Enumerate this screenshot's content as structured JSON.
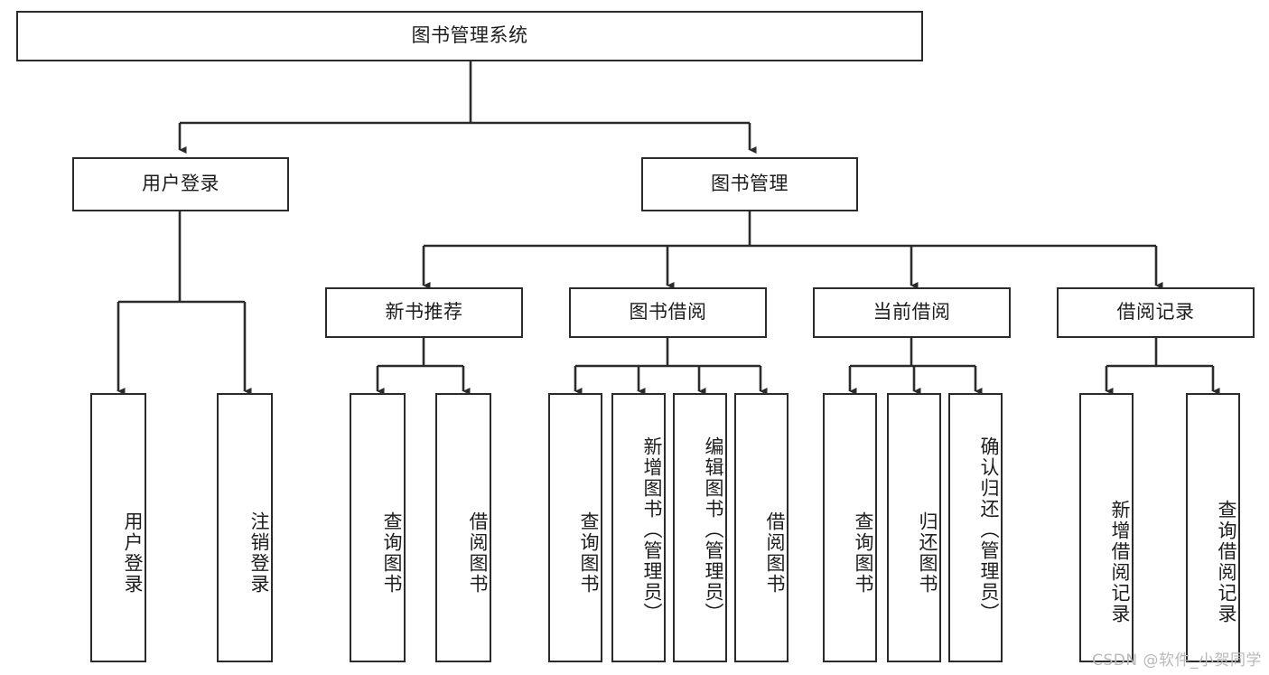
{
  "diagram": {
    "type": "tree",
    "title": "图书管理系统",
    "colors": {
      "stroke": "#2b2b2b",
      "node_fill": "#ffffff",
      "text": "#1d1d1d",
      "background": "#ffffff",
      "watermark": "#b9b9b9"
    },
    "root": {
      "label": "图书管理系统"
    },
    "level2": [
      {
        "label": "用户登录"
      },
      {
        "label": "图书管理"
      }
    ],
    "level3": [
      {
        "label": "新书推荐"
      },
      {
        "label": "图书借阅"
      },
      {
        "label": "当前借阅"
      },
      {
        "label": "借阅记录"
      }
    ],
    "leaves": {
      "user_login": [
        {
          "label": "用户登录"
        },
        {
          "label": "注销登录"
        }
      ],
      "new_book_recommend": [
        {
          "label": "查询图书"
        },
        {
          "label": "借阅图书"
        }
      ],
      "book_borrow": [
        {
          "label": "查询图书"
        },
        {
          "label": "新增图书（管理员）"
        },
        {
          "label": "编辑图书（管理员）"
        },
        {
          "label": "借阅图书"
        }
      ],
      "current_borrow": [
        {
          "label": "查询图书"
        },
        {
          "label": "归还图书"
        },
        {
          "label": "确认归还（管理员）"
        }
      ],
      "borrow_record": [
        {
          "label": "新增借阅记录"
        },
        {
          "label": "查询借阅记录"
        }
      ]
    }
  },
  "watermark": {
    "text": "CSDN @软件_小贺同学"
  }
}
